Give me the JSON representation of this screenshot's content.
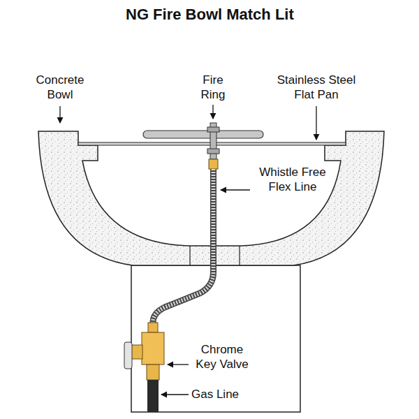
{
  "diagram": {
    "title": "NG Fire Bowl Match Lit",
    "labels": [
      "Concrete Bowl",
      "Fire Ring",
      "Stainless Steel Flat Pan",
      "Whistle Free Flex Line",
      "Chrome Key Valve",
      "Gas Line"
    ]
  }
}
